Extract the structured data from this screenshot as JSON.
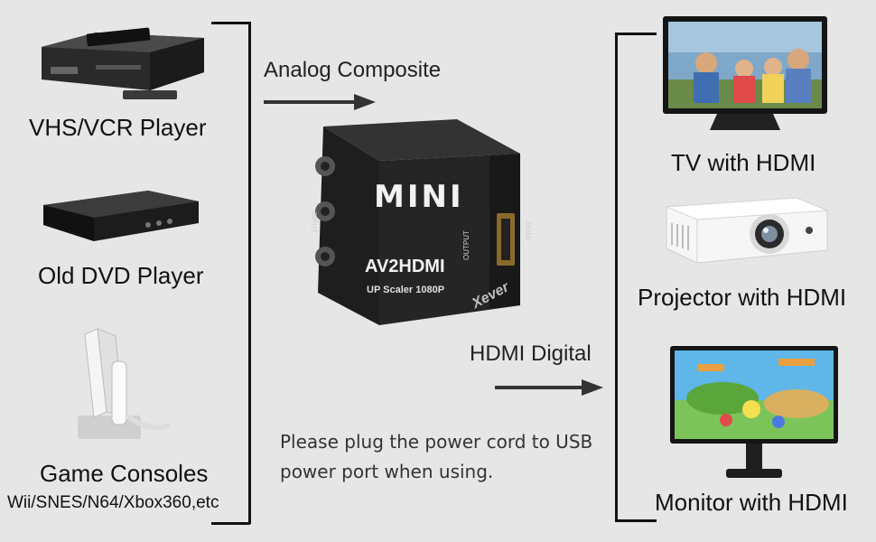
{
  "sources": [
    {
      "label": "VHS/VCR Player",
      "icon": "vcr-player-icon"
    },
    {
      "label": "Old DVD Player",
      "icon": "dvd-player-icon"
    },
    {
      "label": "Game Consoles",
      "sublabel": "Wii/SNES/N64/Xbox360,etc",
      "icon": "game-console-icon"
    }
  ],
  "flow": {
    "analog": "Analog Composite",
    "digital": "HDMI Digital"
  },
  "device": {
    "brand_logo": "MINI",
    "model": "AV2HDMI",
    "spec": "UP Scaler 1080P",
    "input_label": "INPUT",
    "output_label": "OUTPUT",
    "hdmi_label": "HDMI",
    "maker": "Xever"
  },
  "note": {
    "line1": "Please plug the power cord to USB",
    "line2": "power port when using."
  },
  "outputs": [
    {
      "label": "TV with HDMI",
      "icon": "tv-icon"
    },
    {
      "label": "Projector with HDMI",
      "icon": "projector-icon"
    },
    {
      "label": "Monitor with HDMI",
      "icon": "monitor-icon"
    }
  ]
}
